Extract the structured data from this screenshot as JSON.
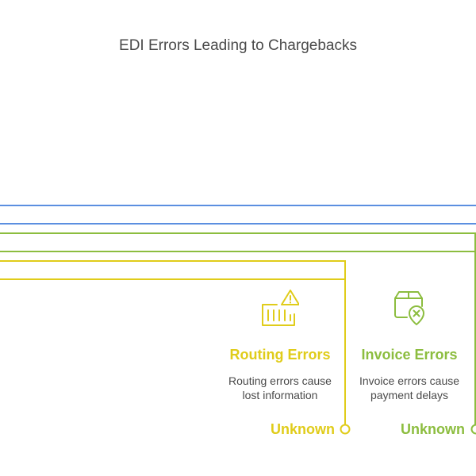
{
  "title": "EDI Errors Leading to Chargebacks",
  "colors": {
    "blue": "#5b8fe0",
    "green": "#8cbd3f",
    "yellow": "#e0cc1a",
    "text": "#4a4a4a"
  },
  "items": [
    {
      "label": "Routing Errors",
      "description_lines": [
        "Routing errors cause",
        "lost information"
      ],
      "value": "Unknown",
      "icon": "shipping-container-warning-icon",
      "color": "yellow"
    },
    {
      "label": "Invoice Errors",
      "description_lines": [
        "Invoice errors cause",
        "payment delays"
      ],
      "value": "Unknown",
      "icon": "package-location-x-icon",
      "color": "green"
    }
  ]
}
